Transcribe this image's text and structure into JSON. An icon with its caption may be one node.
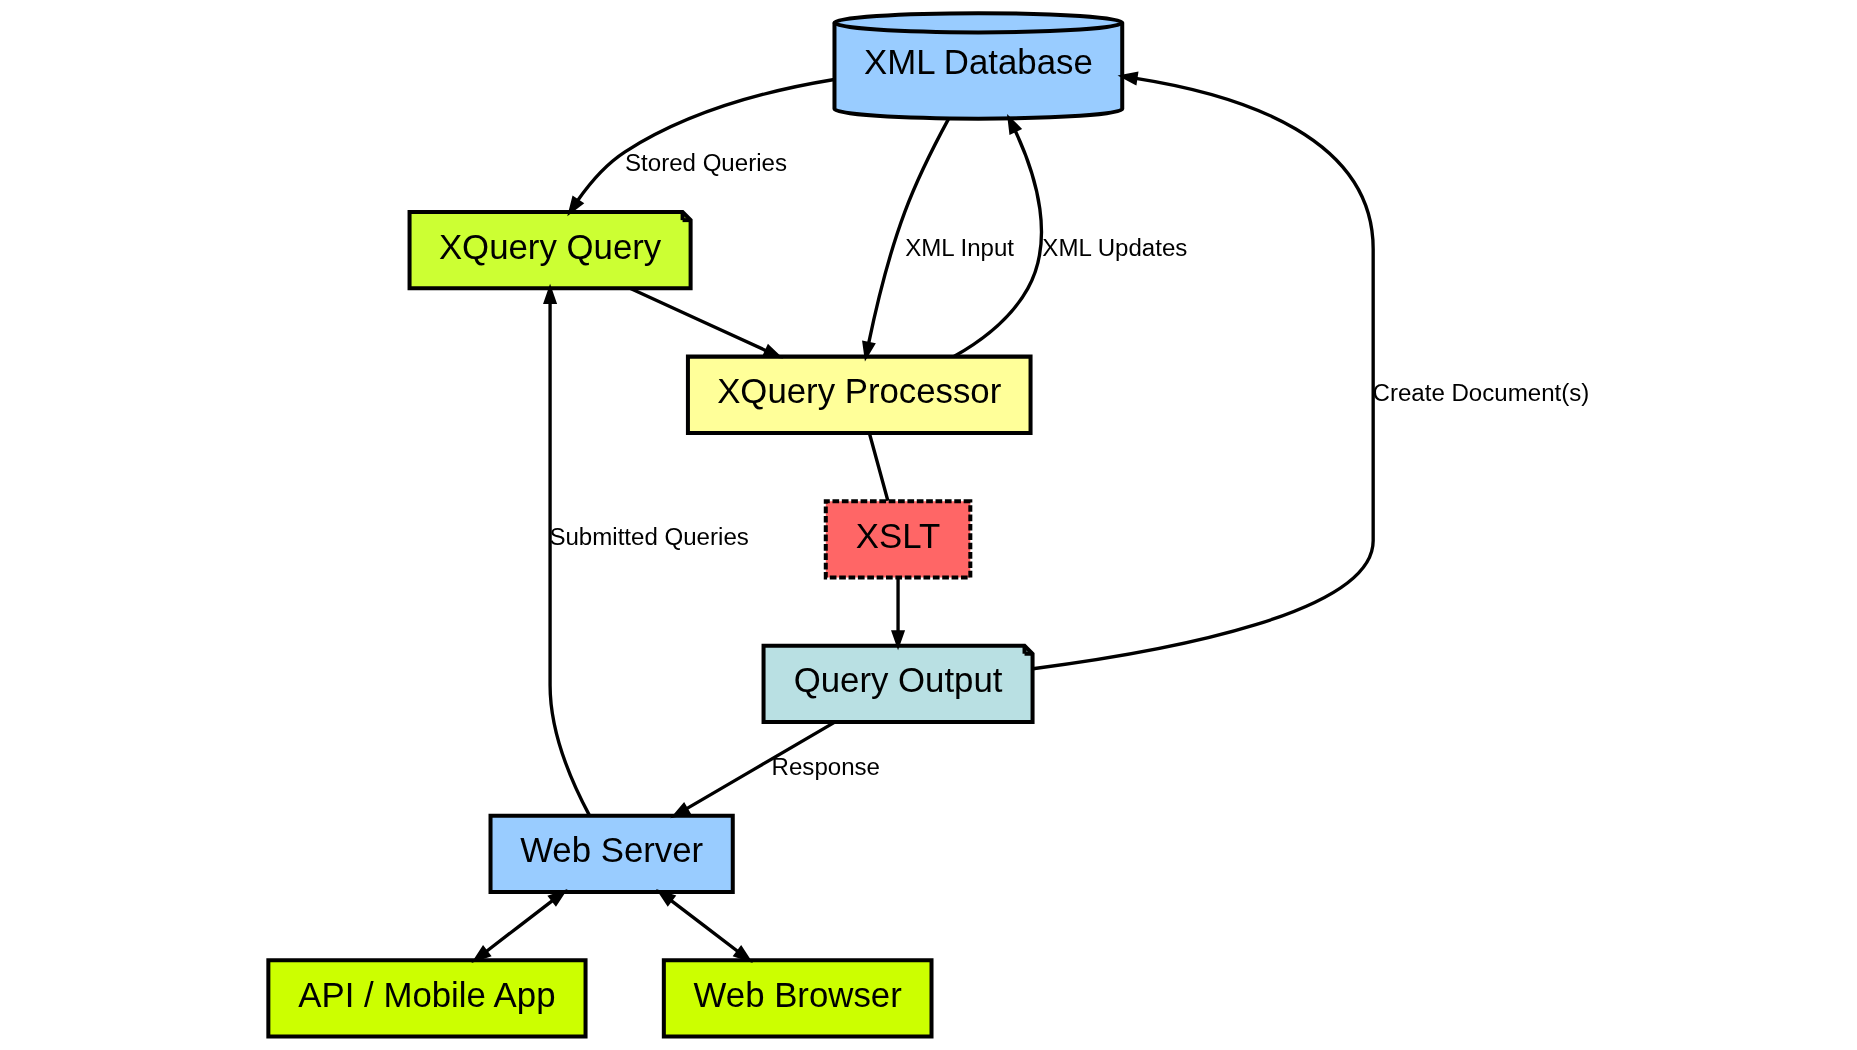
{
  "diagram": {
    "nodes": [
      {
        "text": [
          "XML Database"
        ]
      },
      {
        "text": [
          "XQuery Query"
        ]
      },
      {
        "text": [
          "XQuery Processor"
        ]
      },
      {
        "text": [
          "XSLT"
        ]
      },
      {
        "text": [
          "Query Output"
        ]
      },
      {
        "text": [
          "Web Server"
        ]
      },
      {
        "text": [
          "API / Mobile App"
        ]
      },
      {
        "text": [
          "Web Browser"
        ]
      }
    ],
    "edges": [
      {
        "from": 0,
        "to": 1,
        "arrow": "to",
        "label": "Stored Queries"
      },
      {
        "from": 0,
        "to": 2,
        "arrow": "to",
        "label": "XML Input"
      },
      {
        "from": 2,
        "to": 0,
        "arrow": "to",
        "label": "XML Updates"
      },
      {
        "from": 1,
        "to": 2,
        "arrow": "to"
      },
      {
        "from": 2,
        "to": 3,
        "arrow": "none"
      },
      {
        "from": 3,
        "to": 4,
        "arrow": "to"
      },
      {
        "from": 4,
        "to": 0,
        "arrow": "to",
        "label": "Create Document(s)"
      },
      {
        "from": 4,
        "to": 5,
        "arrow": "to",
        "label": "Response"
      },
      {
        "from": 5,
        "to": 1,
        "arrow": "to",
        "label": "Submitted Queries"
      },
      {
        "from": 5,
        "to": 6,
        "arrow": "both"
      },
      {
        "from": 5,
        "to": 7,
        "arrow": "both"
      }
    ]
  }
}
